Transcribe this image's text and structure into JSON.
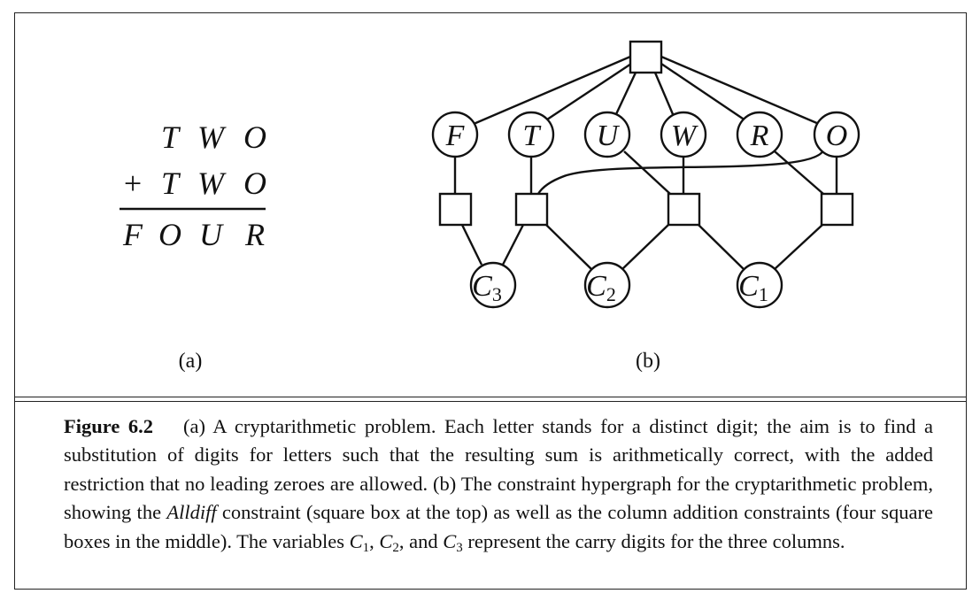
{
  "problem": {
    "row1": [
      "T",
      "W",
      "O"
    ],
    "operator": "+",
    "row2": [
      "T",
      "W",
      "O"
    ],
    "result": [
      "F",
      "O",
      "U",
      "R"
    ],
    "label": "(a)"
  },
  "hypergraph": {
    "label": "(b)",
    "variables": [
      {
        "id": "F",
        "label": "F"
      },
      {
        "id": "T",
        "label": "T"
      },
      {
        "id": "U",
        "label": "U"
      },
      {
        "id": "W",
        "label": "W"
      },
      {
        "id": "R",
        "label": "R"
      },
      {
        "id": "O",
        "label": "O"
      }
    ],
    "carries": [
      {
        "id": "C3",
        "label": "C",
        "sub": "3"
      },
      {
        "id": "C2",
        "label": "C",
        "sub": "2"
      },
      {
        "id": "C1",
        "label": "C",
        "sub": "1"
      }
    ],
    "constraints": [
      {
        "id": "alldiff",
        "connects": [
          "F",
          "T",
          "U",
          "W",
          "R",
          "O"
        ]
      },
      {
        "id": "col4",
        "connects": [
          "F",
          "C3"
        ]
      },
      {
        "id": "col3",
        "connects": [
          "T",
          "O",
          "C3",
          "C2"
        ]
      },
      {
        "id": "col2",
        "connects": [
          "U",
          "W",
          "C2",
          "C1"
        ]
      },
      {
        "id": "col1",
        "connects": [
          "R",
          "O",
          "C1"
        ]
      }
    ]
  },
  "caption": {
    "figure_label": "Figure 6.2",
    "text_1": "(a) A cryptarithmetic problem. Each letter stands for a distinct digit; the aim is to find a substitution of digits for letters such that the resulting sum is arithmetically correct, with the added restriction that no leading zeroes are allowed.  (b) The constraint hypergraph for the cryptarithmetic problem, showing the ",
    "alldiff": "Alldiff",
    "text_2": " constraint (square box at the top) as well as the column addition constraints (four square boxes in the middle). The variables ",
    "c1_var": "C",
    "c1_sub": "1",
    "text_3": ",",
    "c2_var": "C",
    "c2_sub": "2",
    "text_4": ", and ",
    "c3_var": "C",
    "c3_sub": "3",
    "text_5": " represent the carry digits for the three columns."
  }
}
